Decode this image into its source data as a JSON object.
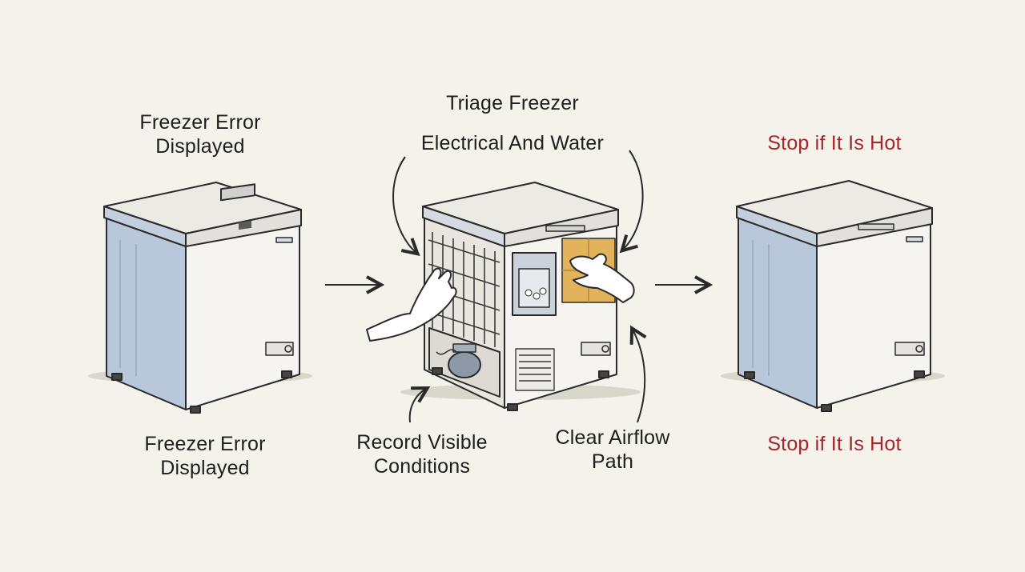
{
  "title": "Triage Freezer",
  "subtitle": "Electrical And Water",
  "steps": [
    {
      "top_label": "Freezer Error\nDisplayed",
      "bottom_label": "Freezer Error\nDisplayed"
    },
    {
      "bottom_left_label": "Record Visible\nConditions",
      "bottom_right_label": "Clear Airflow\nPath"
    },
    {
      "top_label": "Stop if It Is Hot",
      "bottom_label": "Stop if It Is Hot"
    }
  ],
  "colors": {
    "ink": "#2a2a2a",
    "body_blue": "#b9c7da",
    "panel_white": "#f5f4f0",
    "highlight": "#e2b35a",
    "warning": "#a4262c"
  }
}
